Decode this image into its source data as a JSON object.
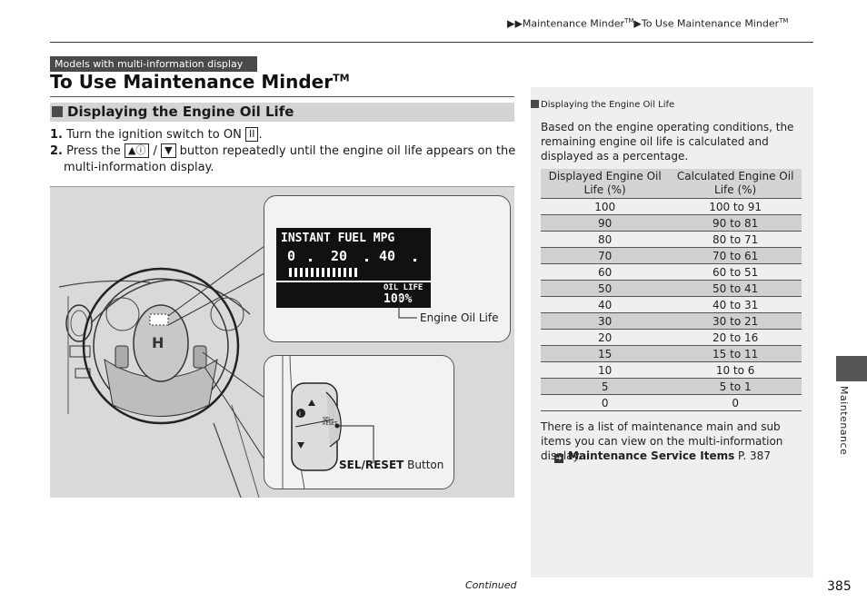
{
  "header": {
    "breadcrumb_1": "Maintenance Minder",
    "breadcrumb_1_tm": "TM",
    "breadcrumb_2": "To Use Maintenance Minder",
    "breadcrumb_2_tm": "TM"
  },
  "badge": "Models with multi-information display",
  "title": "To Use Maintenance Minder",
  "title_tm": "TM",
  "section_heading": "Displaying the Engine Oil Life",
  "steps": [
    {
      "num": "1.",
      "text_a": "Turn the ignition switch to ON ",
      "key": "II",
      "text_b": "."
    },
    {
      "num": "2.",
      "text_a": "Press the ",
      "key1": "▲ⓘ",
      "sep": " / ",
      "key2": "▼",
      "text_b": " button repeatedly until the engine oil life appears on the",
      "text_c": "multi-information display."
    }
  ],
  "display": {
    "line1": "INSTANT FUEL  MPG",
    "scale": [
      "0",
      "20",
      "40"
    ],
    "oil_label": "OIL LIFE",
    "oil_value": "100%",
    "callout_label": "Engine Oil Life"
  },
  "button_callout": {
    "bold": "SEL/RESET",
    "rest": " Button",
    "sel_small": "SEL",
    "reset_small": "RESET"
  },
  "sidebar": {
    "heading": "Displaying the Engine Oil Life",
    "intro": "Based on the engine operating conditions, the remaining engine oil life is calculated and displayed as a percentage.",
    "table_headers": [
      "Displayed Engine Oil Life (%)",
      "Calculated Engine Oil Life (%)"
    ],
    "table_rows": [
      [
        "100",
        "100 to 91"
      ],
      [
        "90",
        "90 to 81"
      ],
      [
        "80",
        "80 to 71"
      ],
      [
        "70",
        "70 to 61"
      ],
      [
        "60",
        "60 to 51"
      ],
      [
        "50",
        "50 to 41"
      ],
      [
        "40",
        "40 to 31"
      ],
      [
        "30",
        "30 to 21"
      ],
      [
        "20",
        "20 to 16"
      ],
      [
        "15",
        "15 to 11"
      ],
      [
        "10",
        "10 to 6"
      ],
      [
        "5",
        "5 to 1"
      ],
      [
        "0",
        "0"
      ]
    ],
    "footer": "There is a list of maintenance main and sub items you can view on the multi-information display.",
    "link_bold": "Maintenance Service Items",
    "link_page": " P. 387"
  },
  "side_tab": "Maintenance",
  "continued": "Continued",
  "page_number": "385"
}
